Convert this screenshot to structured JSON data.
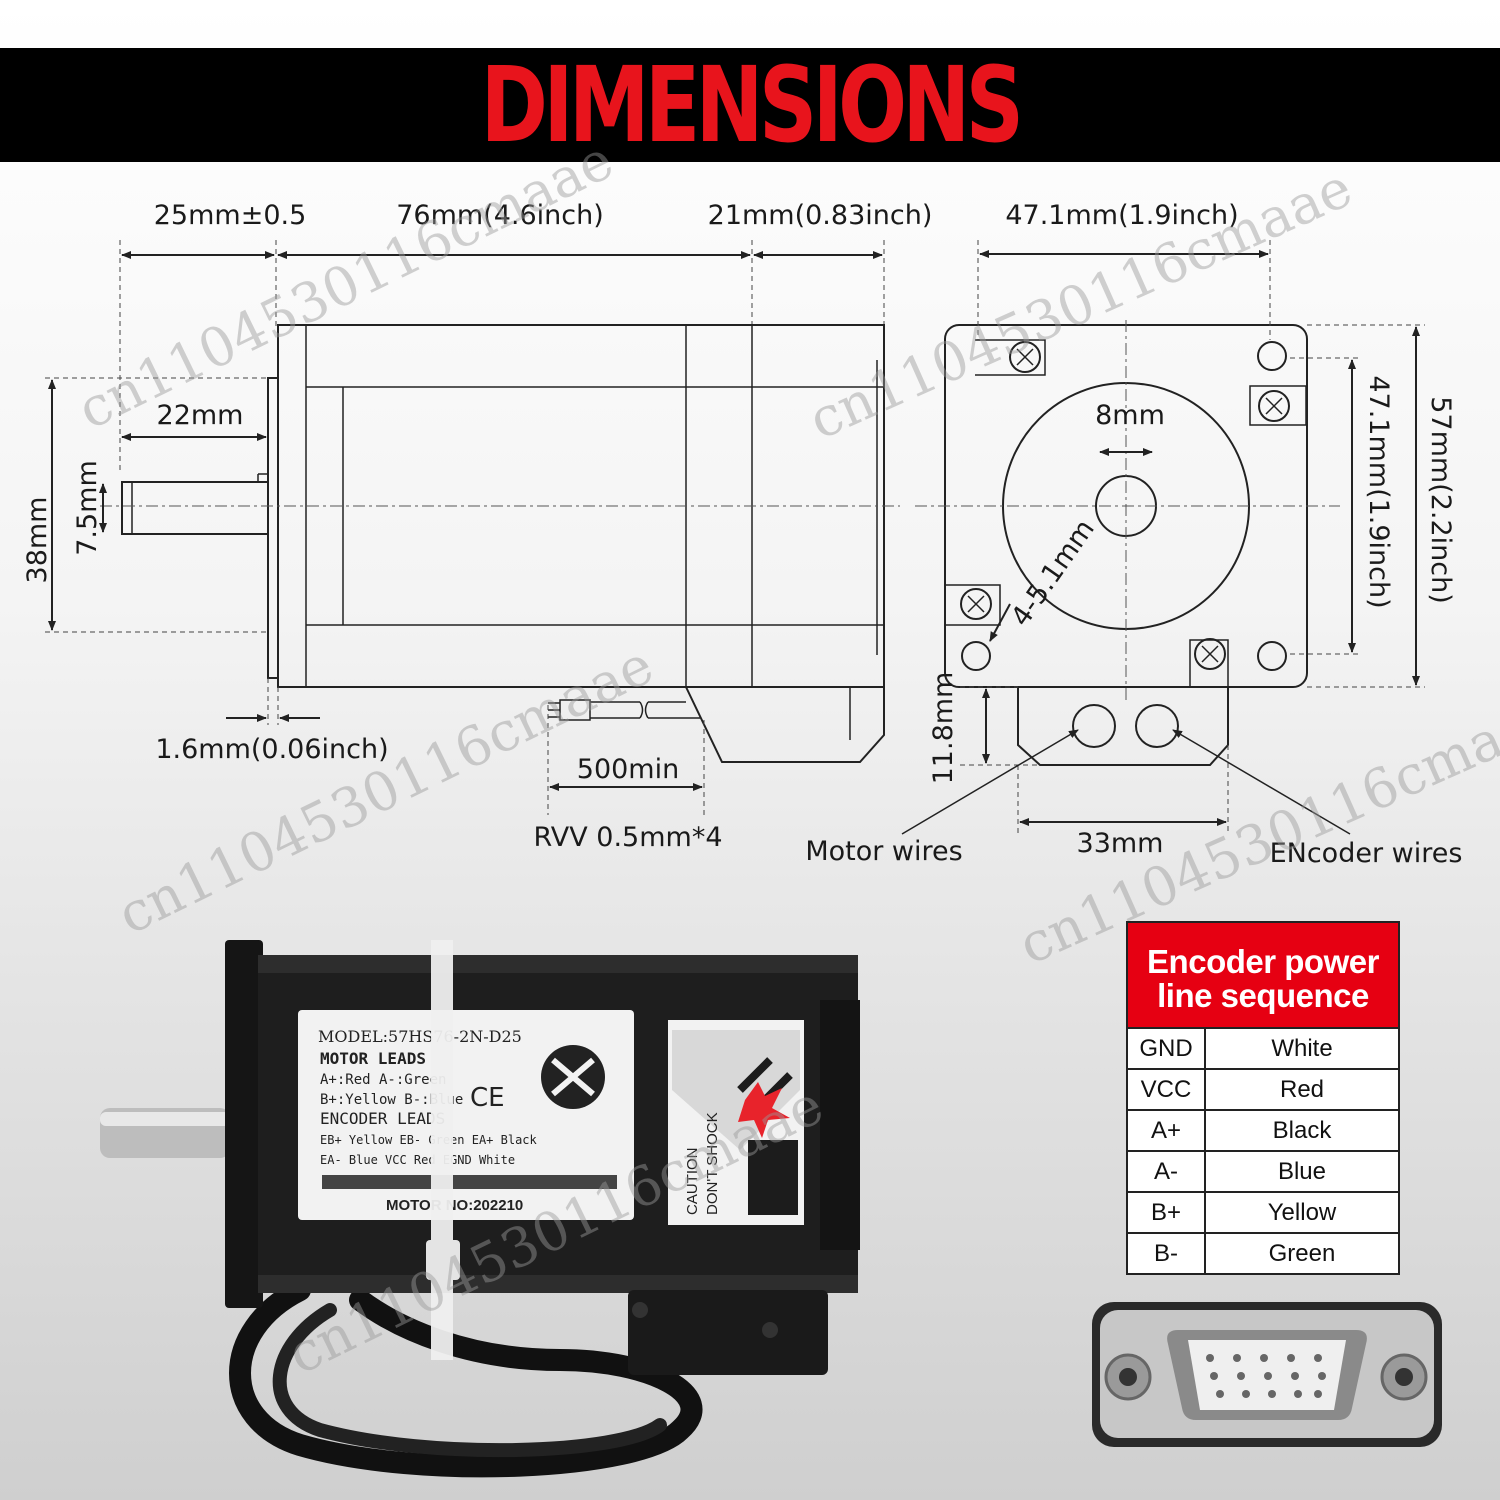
{
  "header": {
    "title": "DIMENSIONS"
  },
  "side_view": {
    "shaft_flat_length": "25mm±0.5",
    "body_length": "76mm(4.6inch)",
    "encoder_length": "21mm(0.83inch)",
    "shaft_length": "22mm",
    "shaft_diameter": "7.5mm",
    "boss_diameter": "38mm",
    "flange_thickness": "1.6mm(0.06inch)",
    "lead_length": "500min",
    "cable_spec": "RVV 0.5mm*4"
  },
  "front_view": {
    "bolt_spacing_top": "47.1mm(1.9inch)",
    "bolt_spacing_side": "47.1mm(1.9inch)",
    "frame_size": "57mm(2.2inch)",
    "shaft_diameter": "8mm",
    "mount_holes": "4-5.1mm",
    "connector_height": "11.8mm",
    "connector_width": "33mm",
    "motor_wires_label": "Motor wires",
    "encoder_wires_label": "ENcoder wires"
  },
  "motor_label": {
    "model": "MODEL:57HS76-2N-D25",
    "motor_leads_title": "MOTOR LEADS",
    "motor_leads_line1": "A+:Red  A-:Green",
    "motor_leads_line2": "B+:Yellow B-:Blue",
    "encoder_leads_title": "ENCODER LEADS",
    "encoder_line1": "EB+ Yellow  EB- Green  EA+ Black",
    "encoder_line2": "EA- Blue   VCC Red   EGND White",
    "ce_mark": "CE",
    "serial": "MOTOR NO:202210",
    "caution_line1": "CAUTION",
    "caution_line2": "DON'T SHOCK"
  },
  "encoder_table": {
    "title": "Encoder power line sequence",
    "rows": [
      {
        "pin": "GND",
        "color": "White"
      },
      {
        "pin": "VCC",
        "color": "Red"
      },
      {
        "pin": "A+",
        "color": "Black"
      },
      {
        "pin": "A-",
        "color": "Blue"
      },
      {
        "pin": "B+",
        "color": "Yellow"
      },
      {
        "pin": "B-",
        "color": "Green"
      }
    ]
  },
  "watermark": {
    "text": "cn1104530116cmaae"
  },
  "colors": {
    "accent_red": "#e60012",
    "header_bg": "#000000",
    "title_red": "#e8141c"
  }
}
